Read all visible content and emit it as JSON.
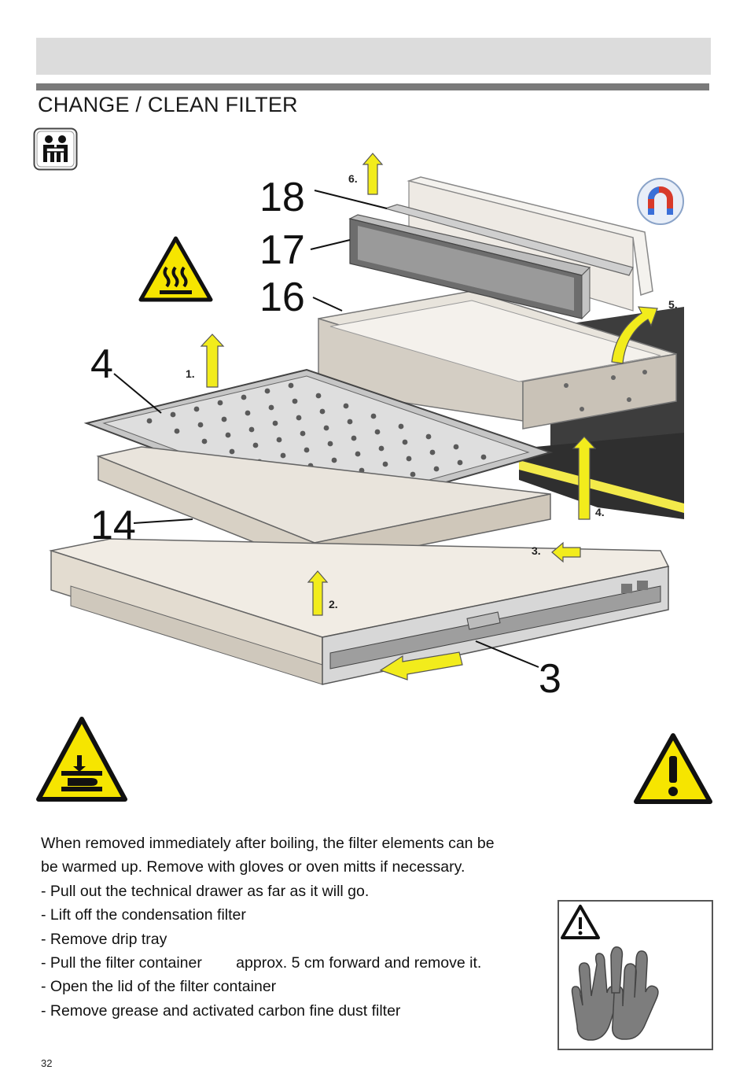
{
  "header": {
    "title": "CHANGE / CLEAN FILTER"
  },
  "icons": {
    "person": "two-person-lift-icon",
    "hot_surface": "hot-surface-warning-icon",
    "magnet": "magnet-icon",
    "hand_crush": "hand-crush-warning-icon",
    "general_warning": "general-warning-icon",
    "gloves": "protective-gloves-icon"
  },
  "diagram": {
    "callouts": {
      "c18": "18",
      "c17": "17",
      "c16": "16",
      "c4": "4",
      "c14": "14",
      "c3": "3"
    },
    "steps": {
      "s1": "1.",
      "s2": "2.",
      "s3": "3.",
      "s4": "4.",
      "s5": "5.",
      "s6": "6."
    }
  },
  "instructions": {
    "intro_line1": "When removed immediately after boiling, the filter elements can be",
    "intro_line2": "be warmed up. Remove with gloves or oven mitts if necessary.",
    "steps": [
      "- Pull out the technical drawer as far as it will go.",
      "- Lift off the condensation filter",
      "- Remove drip tray",
      "- Pull the filter container        approx. 5 cm forward and remove it.",
      "- Open the lid of the filter container",
      "- Remove grease and activated carbon fine dust filter"
    ]
  },
  "footer": {
    "page_number": "32"
  },
  "colors": {
    "header_band": "#dcdcdc",
    "header_rule": "#7a7a7a",
    "warning_yellow": "#f6e500",
    "arrow_yellow": "#f2ec1c",
    "magnet_blue": "#3a6fd8",
    "magnet_red": "#d83a2a"
  }
}
